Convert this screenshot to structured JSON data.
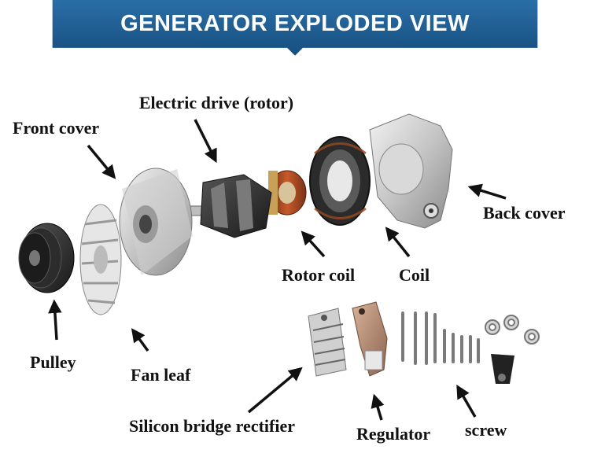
{
  "header": {
    "title": "GENERATOR EXPLODED VIEW",
    "background": "#1c5d91"
  },
  "labels": {
    "electric_drive": "Electric drive (rotor)",
    "front_cover": "Front cover",
    "back_cover": "Back cover",
    "rotor_coil": "Rotor coil",
    "coil": "Coil",
    "pulley": "Pulley",
    "fan_leaf": "Fan leaf",
    "silicon_bridge_rectifier": "Silicon bridge rectifier",
    "regulator": "Regulator",
    "screw": "screw"
  }
}
